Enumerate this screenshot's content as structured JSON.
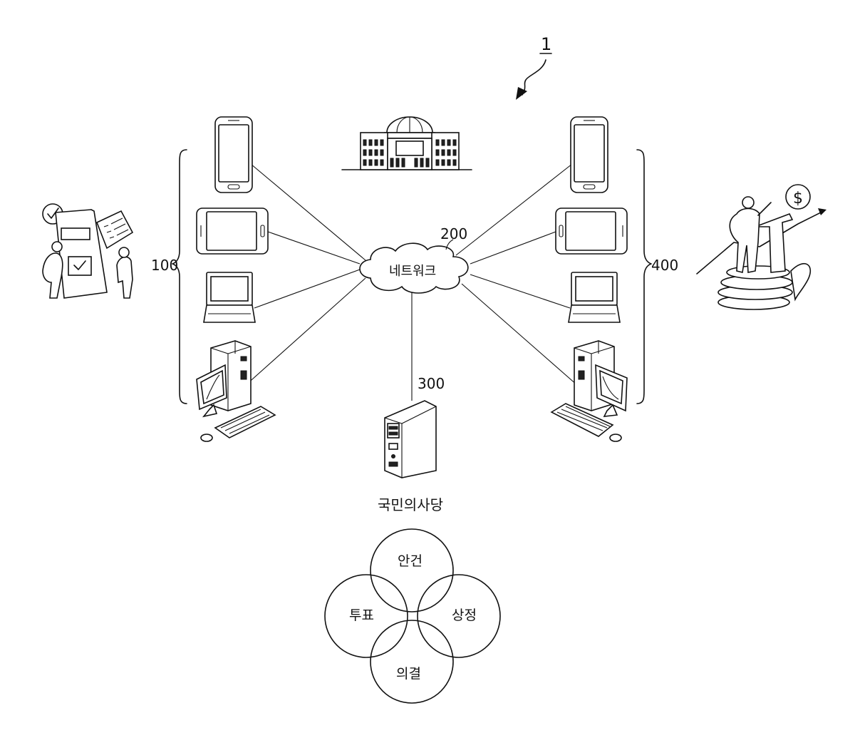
{
  "figure": {
    "system_ref": "1"
  },
  "groups": {
    "left_ref": "100",
    "right_ref": "400"
  },
  "network": {
    "ref": "200",
    "label": "네트워크"
  },
  "server": {
    "ref": "300",
    "title": "국민의사당"
  },
  "venn": {
    "circles": [
      "안건",
      "상정",
      "의결",
      "투표"
    ]
  },
  "icons": {
    "building": "national-assembly-building-icon",
    "left_illustration": "voting-people-icon",
    "right_illustration": "speaker-podium-dollar-icon",
    "smartphone": "smartphone-icon",
    "tablet": "tablet-icon",
    "laptop": "laptop-icon",
    "desktop": "desktop-computer-icon",
    "cloud": "cloud-icon",
    "server_tower": "server-tower-icon"
  }
}
